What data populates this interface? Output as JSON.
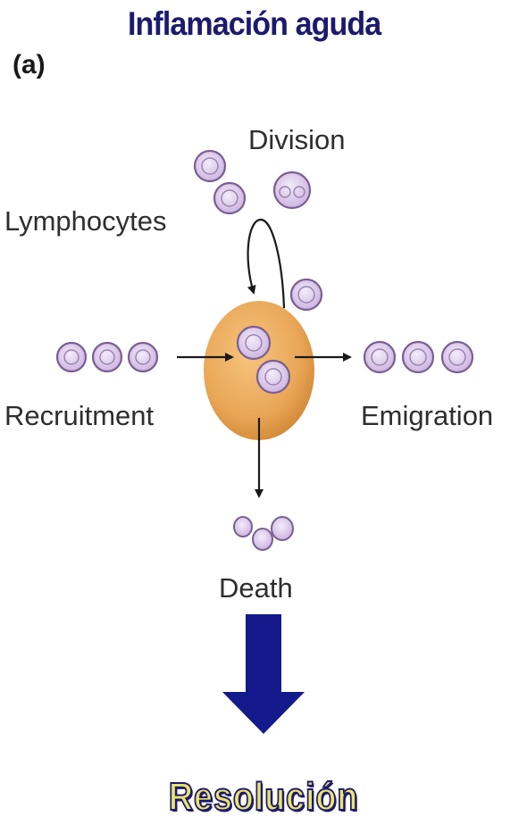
{
  "header": {
    "title": "Inflamación aguda",
    "panel_label": "(a)"
  },
  "diagram": {
    "labels": {
      "division": "Division",
      "lymphocytes": "Lymphocytes",
      "recruitment": "Recruitment",
      "emigration": "Emigration",
      "death": "Death"
    },
    "colors": {
      "cell_fill": "#d7c3e6",
      "cell_outline": "#7a5f92",
      "node_fill": "#e9a656",
      "node_edge": "#c7802e",
      "arrow": "#1a1a1a",
      "big_arrow": "#141a8c"
    }
  },
  "footer": {
    "result": "Resolución"
  }
}
